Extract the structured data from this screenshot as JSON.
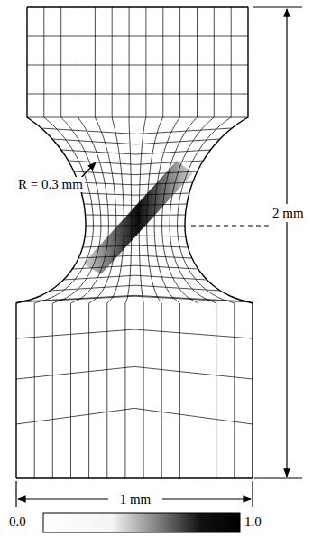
{
  "diagram": {
    "labels": [
      "R = 0.3 mm",
      "2 mm",
      "1 mm",
      "0.0",
      "1.0"
    ]
  }
}
